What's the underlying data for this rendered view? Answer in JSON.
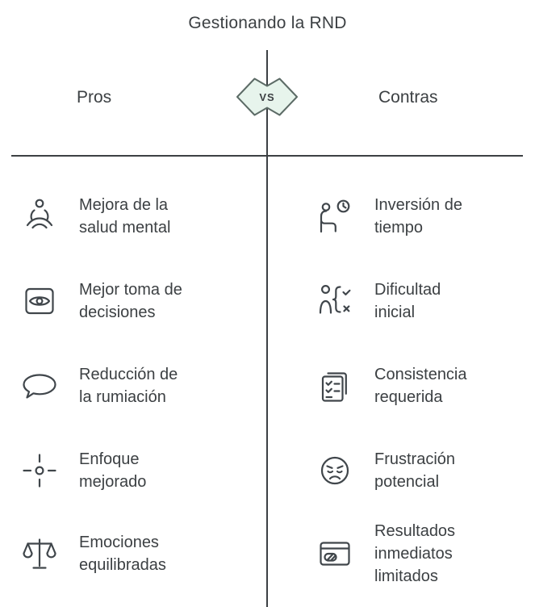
{
  "title": "Gestionando la RND",
  "vs_label": "VS",
  "columns": {
    "pros": {
      "header": "Pros",
      "items": [
        {
          "icon": "meditation-icon",
          "label": "Mejora de la salud mental"
        },
        {
          "icon": "eye-viewfinder-icon",
          "label": "Mejor toma de decisiones"
        },
        {
          "icon": "speech-bubble-icon",
          "label": "Reducción de la rumiación"
        },
        {
          "icon": "focus-crosshair-icon",
          "label": "Enfoque mejorado"
        },
        {
          "icon": "balance-scale-icon",
          "label": "Emociones equilibradas"
        }
      ]
    },
    "contras": {
      "header": "Contras",
      "items": [
        {
          "icon": "person-clock-icon",
          "label": "Inversión de tiempo"
        },
        {
          "icon": "person-checklist-icon",
          "label": "Dificultad inicial"
        },
        {
          "icon": "stacked-checklists-icon",
          "label": "Consistencia requerida"
        },
        {
          "icon": "frustrated-face-icon",
          "label": "Frustración potencial"
        },
        {
          "icon": "limited-results-icon",
          "label": "Resultados inmediatos limitados"
        }
      ]
    }
  },
  "colors": {
    "text": "#3c4043",
    "divider": "#3c4043",
    "icon_stroke": "#40464b",
    "badge_fill": "#e7f4ec",
    "badge_stroke": "#5c6b66"
  }
}
